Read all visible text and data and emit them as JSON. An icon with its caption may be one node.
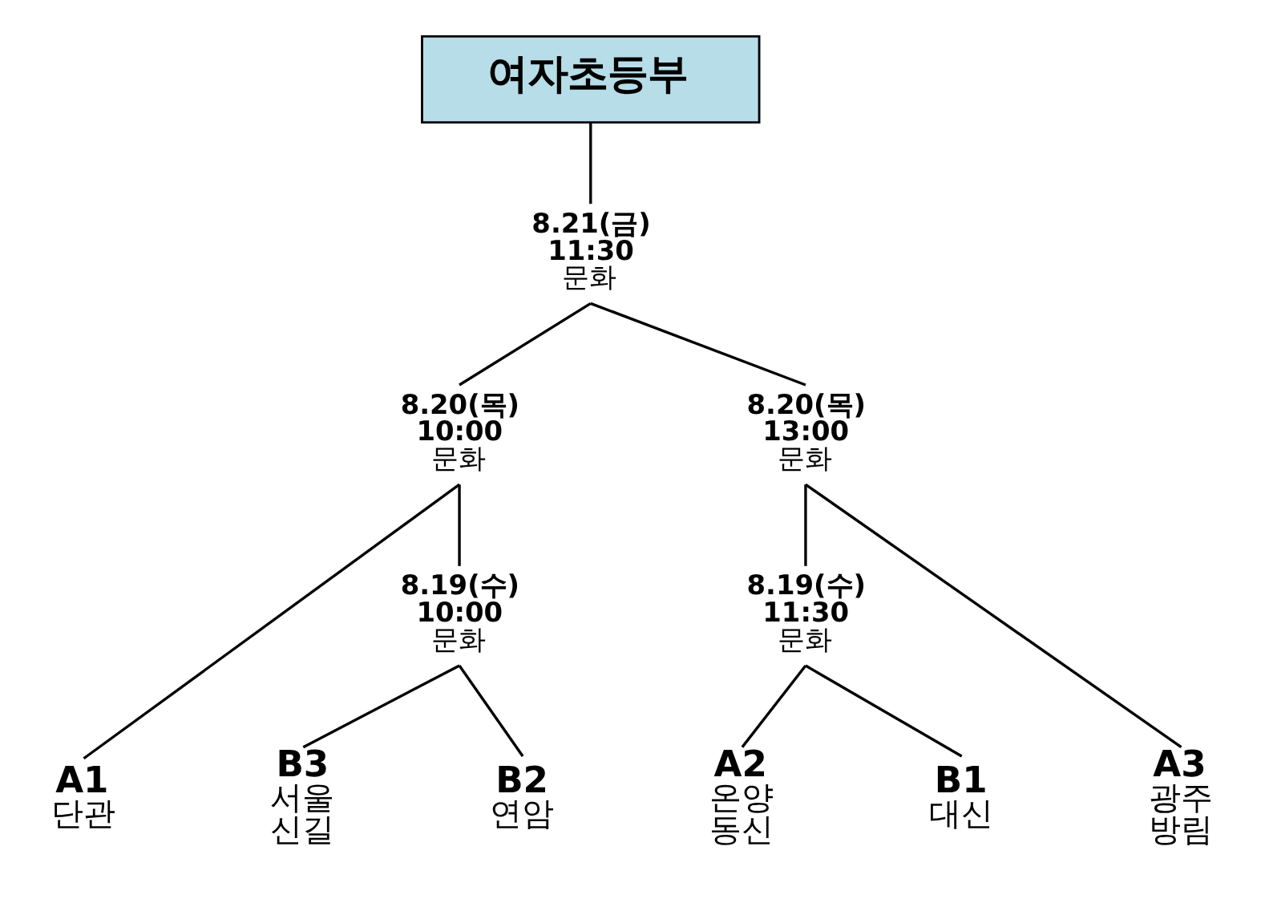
{
  "diagram": {
    "nodes": [
      {
        "text": [
          "여자초등부"
        ]
      },
      {
        "text": [
          "8.21(금)",
          "11:30",
          "문화"
        ]
      },
      {
        "text": [
          "8.20(목)",
          "10:00",
          "문화"
        ]
      },
      {
        "text": [
          "8.20(목)",
          "13:00",
          "문화"
        ]
      },
      {
        "text": [
          "8.19(수)",
          "10:00",
          "문화"
        ]
      },
      {
        "text": [
          "8.19(수)",
          "11:30",
          "문화"
        ]
      },
      {
        "text": [
          "A1",
          "단관"
        ]
      },
      {
        "text": [
          "B3",
          "서울",
          "신길"
        ]
      },
      {
        "text": [
          "B2",
          "연암"
        ]
      },
      {
        "text": [
          "A2",
          "온양",
          "동신"
        ]
      },
      {
        "text": [
          "B1",
          "대신"
        ]
      },
      {
        "text": [
          "A3",
          "광주",
          "방림"
        ]
      }
    ],
    "edges": [
      {
        "from": 0,
        "to": 1,
        "arrow": "none"
      },
      {
        "from": 1,
        "to": 2,
        "arrow": "none"
      },
      {
        "from": 1,
        "to": 3,
        "arrow": "none"
      },
      {
        "from": 2,
        "to": 6,
        "arrow": "none"
      },
      {
        "from": 2,
        "to": 4,
        "arrow": "none"
      },
      {
        "from": 4,
        "to": 7,
        "arrow": "none"
      },
      {
        "from": 4,
        "to": 8,
        "arrow": "none"
      },
      {
        "from": 3,
        "to": 5,
        "arrow": "none"
      },
      {
        "from": 3,
        "to": 11,
        "arrow": "none"
      },
      {
        "from": 5,
        "to": 9,
        "arrow": "none"
      },
      {
        "from": 5,
        "to": 10,
        "arrow": "none"
      }
    ]
  }
}
